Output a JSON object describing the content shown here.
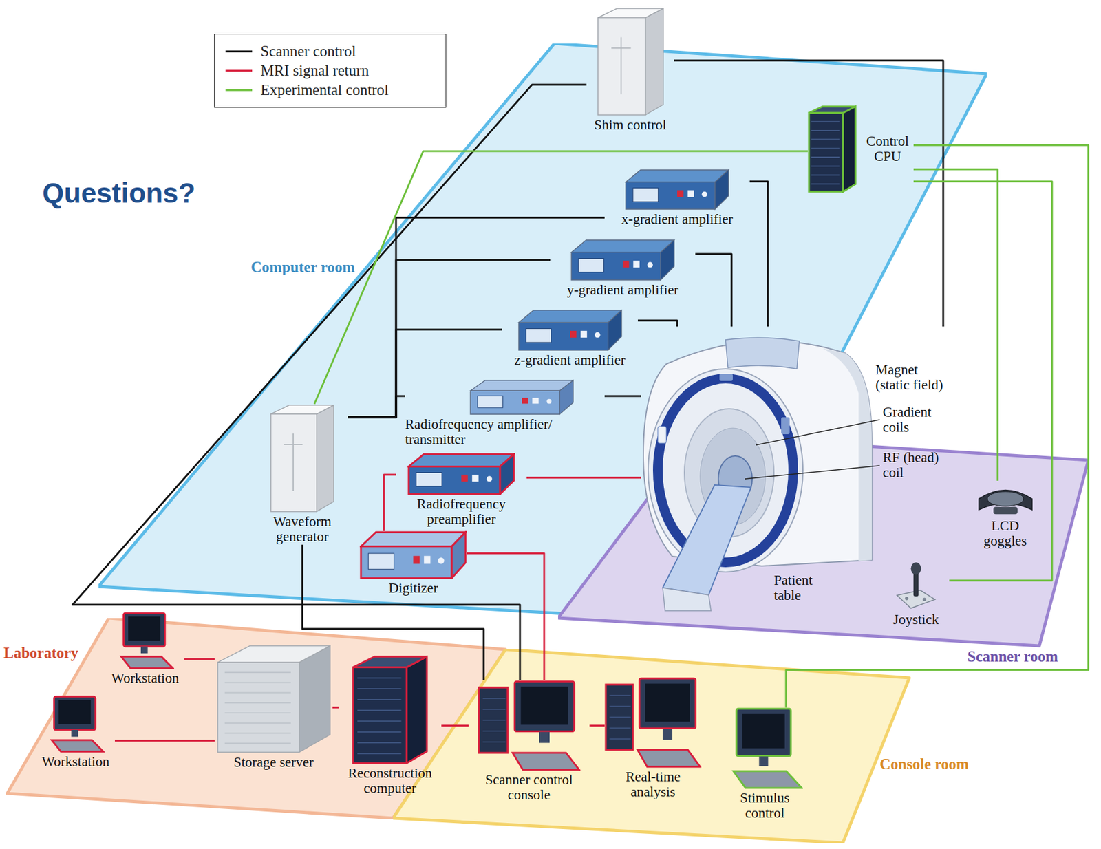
{
  "diagram": {
    "title": "Questions?",
    "nodes": [
      {
        "text": [
          "Computer room"
        ]
      },
      {
        "text": [
          "Shim control"
        ],
        "in": 0
      },
      {
        "text": [
          "Control CPU"
        ],
        "in": 0
      },
      {
        "text": [
          "x-gradient amplifier"
        ],
        "in": 0
      },
      {
        "text": [
          "y-gradient amplifier"
        ],
        "in": 0
      },
      {
        "text": [
          "z-gradient amplifier"
        ],
        "in": 0
      },
      {
        "text": [
          "Radiofrequency amplifier/ transmitter"
        ],
        "in": 0
      },
      {
        "text": [
          "Waveform generator"
        ],
        "in": 0
      },
      {
        "text": [
          "Radiofrequency preamplifier"
        ],
        "in": 0
      },
      {
        "text": [
          "Digitizer"
        ],
        "in": 0
      },
      {
        "text": [
          "Scanner room"
        ]
      },
      {
        "text": [
          "Magnet (static field)",
          "Gradient coils",
          "RF (head) coil",
          "Patient table"
        ],
        "in": 10
      },
      {
        "text": [
          "LCD goggles"
        ],
        "in": 10
      },
      {
        "text": [
          "Joystick"
        ],
        "in": 10
      },
      {
        "text": [
          "Laboratory"
        ]
      },
      {
        "text": [
          "Workstation"
        ],
        "in": 14
      },
      {
        "text": [
          "Workstation"
        ],
        "in": 14
      },
      {
        "text": [
          "Storage server"
        ],
        "in": 14
      },
      {
        "text": [
          "Reconstruction computer"
        ],
        "in": 14
      },
      {
        "text": [
          "Console room"
        ]
      },
      {
        "text": [
          "Scanner control console"
        ],
        "in": 19
      },
      {
        "text": [
          "Real-time analysis"
        ],
        "in": 19
      },
      {
        "text": [
          "Stimulus control"
        ],
        "in": 19
      }
    ],
    "edges": [
      {
        "from": 20,
        "to": 7,
        "arrow": "none"
      },
      {
        "from": 7,
        "to": 3,
        "arrow": "none"
      },
      {
        "from": 7,
        "to": 4,
        "arrow": "none"
      },
      {
        "from": 7,
        "to": 5,
        "arrow": "none"
      },
      {
        "from": 7,
        "to": 6,
        "arrow": "none"
      },
      {
        "from": 3,
        "to": 11,
        "arrow": "none"
      },
      {
        "from": 4,
        "to": 11,
        "arrow": "none"
      },
      {
        "from": 5,
        "to": 11,
        "arrow": "none"
      },
      {
        "from": 6,
        "to": 11,
        "arrow": "none"
      },
      {
        "from": 20,
        "to": 1,
        "arrow": "none"
      },
      {
        "from": 1,
        "to": 11,
        "arrow": "none"
      },
      {
        "from": 11,
        "to": 8,
        "arrow": "none"
      },
      {
        "from": 8,
        "to": 9,
        "arrow": "none"
      },
      {
        "from": 9,
        "to": 20,
        "arrow": "none"
      },
      {
        "from": 20,
        "to": 18,
        "arrow": "none"
      },
      {
        "from": 20,
        "to": 21,
        "arrow": "none"
      },
      {
        "from": 18,
        "to": 17,
        "arrow": "none"
      },
      {
        "from": 17,
        "to": 15,
        "arrow": "none"
      },
      {
        "from": 17,
        "to": 16,
        "arrow": "none"
      },
      {
        "from": 22,
        "to": 2,
        "arrow": "none"
      },
      {
        "from": 2,
        "to": 12,
        "arrow": "none"
      },
      {
        "from": 2,
        "to": 13,
        "arrow": "none"
      },
      {
        "from": 2,
        "to": 7,
        "arrow": "none"
      }
    ],
    "legend": [
      {
        "text": "Scanner control"
      },
      {
        "text": "MRI signal return"
      },
      {
        "text": "Experimental control"
      }
    ]
  }
}
